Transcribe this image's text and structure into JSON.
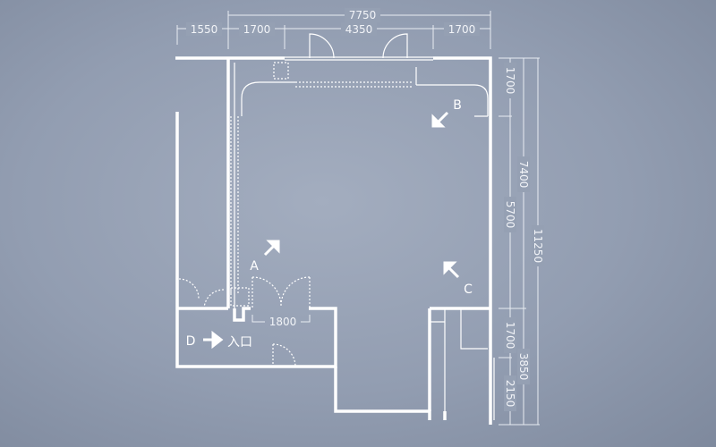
{
  "dimensions": {
    "top_total": "7750",
    "top_segments": [
      "1550",
      "1700",
      "4350",
      "1700"
    ],
    "right_inner": [
      "1700",
      "5700",
      "1700",
      "2150"
    ],
    "right_middle": [
      "7400",
      "3850"
    ],
    "right_total": "11250",
    "entrance_width": "1800"
  },
  "labels": {
    "a": "A",
    "b": "B",
    "c": "C",
    "d": "D",
    "entrance": "入口"
  }
}
